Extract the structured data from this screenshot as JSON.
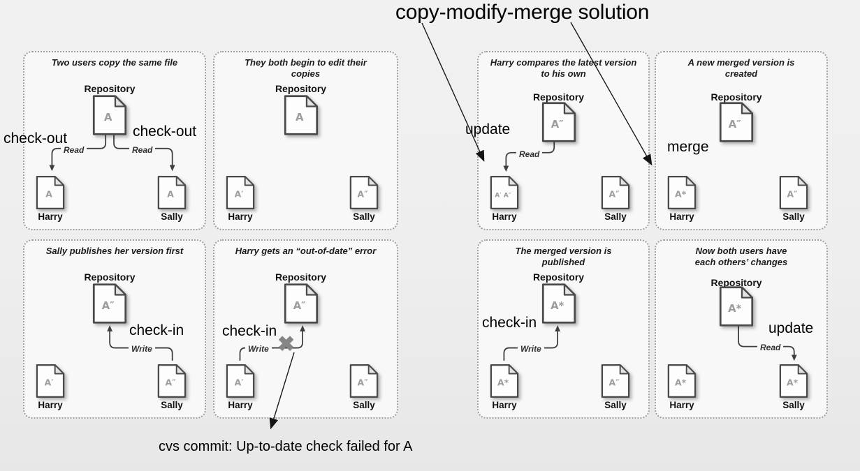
{
  "title": "copy-modify-merge solution",
  "colors": {
    "page_background": "#eeeeee",
    "panel_background": "#f8f8f8",
    "panel_border": "#9e9e9e",
    "document_border": "#4a4a4a",
    "document_letter": "#9c9c9c",
    "connector_line": "#3f3f3f",
    "annotation_text": "#000000",
    "x_mark": "#858585"
  },
  "panels": [
    {
      "caption": "Two users copy the same file",
      "repo_label": "Repository",
      "repo_doc": "A",
      "harry_label": "Harry",
      "harry_doc": "A",
      "sally_label": "Sally",
      "sally_doc": "A",
      "read_left": "Read",
      "read_right": "Read"
    },
    {
      "caption": "They both begin to edit their copies",
      "repo_label": "Repository",
      "repo_doc": "A",
      "harry_label": "Harry",
      "harry_doc": "A′",
      "sally_label": "Sally",
      "sally_doc": "A″"
    },
    {
      "caption": "Sally publishes her version first",
      "repo_label": "Repository",
      "repo_doc": "A″",
      "harry_label": "Harry",
      "harry_doc": "A′",
      "sally_label": "Sally",
      "sally_doc": "A″",
      "write": "Write"
    },
    {
      "caption": "Harry gets an “out-of-date” error",
      "repo_label": "Repository",
      "repo_doc": "A″",
      "harry_label": "Harry",
      "harry_doc": "A′",
      "sally_label": "Sally",
      "sally_doc": "A″",
      "write": "Write"
    },
    {
      "caption": "Harry compares the latest version to his own",
      "repo_label": "Repository",
      "repo_doc": "A″",
      "harry_label": "Harry",
      "harry_doc": "A′ A″",
      "sally_label": "Sally",
      "sally_doc": "A″",
      "read": "Read"
    },
    {
      "caption": "A new merged version is created",
      "repo_label": "Repository",
      "repo_doc": "A″",
      "harry_label": "Harry",
      "harry_doc": "A*",
      "sally_label": "Sally",
      "sally_doc": "A″"
    },
    {
      "caption": "The merged version is published",
      "repo_label": "Repository",
      "repo_doc": "A*",
      "harry_label": "Harry",
      "harry_doc": "A*",
      "sally_label": "Sally",
      "sally_doc": "A″",
      "write": "Write"
    },
    {
      "caption": "Now both users have each others’ changes",
      "repo_label": "Repository",
      "repo_doc": "A*",
      "harry_label": "Harry",
      "harry_doc": "A*",
      "sally_label": "Sally",
      "sally_doc": "A*",
      "read": "Read"
    }
  ],
  "annotations": {
    "checkout_left": "check-out",
    "checkout_right": "check-out",
    "checkin_sally": "check-in",
    "checkin_harry": "check-in",
    "update_harry": "update",
    "merge": "merge",
    "checkin_merged": "check-in",
    "update_sally": "update",
    "x_mark": "✖",
    "error_message": "cvs commit: Up-to-date check failed for A"
  }
}
